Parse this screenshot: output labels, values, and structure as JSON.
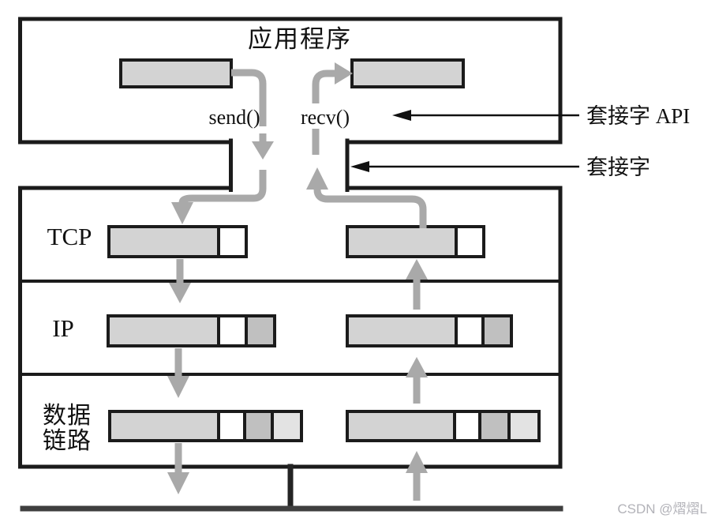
{
  "diagram": {
    "title": "应用程序",
    "api": {
      "send_label": "send()",
      "recv_label": "recv()"
    },
    "layers": [
      {
        "label": "TCP"
      },
      {
        "label": "IP"
      },
      {
        "label": "数据链路",
        "label_line1": "数据",
        "label_line2": "链路"
      }
    ],
    "annotations": [
      {
        "label": "套接字 API"
      },
      {
        "label": "套接字"
      }
    ],
    "watermark": "CSDN @熠熠L",
    "colors": {
      "packet_fill": "#d3d3d3",
      "packet_fill_dark": "#c0c0c0",
      "packet_fill_light": "#e3e3e3",
      "packet_white": "#ffffff",
      "flow_arrow": "#a9a9a9",
      "outline": "#1b1b1b",
      "pointer": "#111111",
      "wire": "#3f3f3f",
      "watermark": "#b2b2b8"
    }
  }
}
